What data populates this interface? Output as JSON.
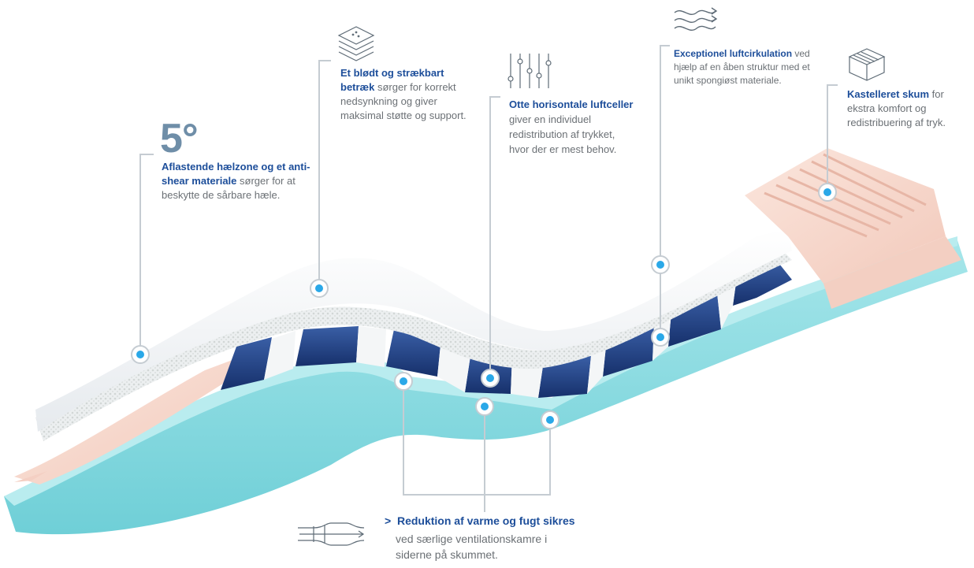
{
  "angle_label": "5°",
  "callouts": {
    "heel": {
      "bold": "Aflastende hælzone og et anti-shear materiale",
      "rest": " sørger for at beskytte de sårbare hæle."
    },
    "cover": {
      "bold": "Et blødt og strækbart betræk",
      "rest": " sørger for korrekt nedsynkning og giver maksimal støtte og support."
    },
    "cells": {
      "bold": "Otte horisontale luftceller",
      "rest": " giver en individuel redistribution af trykket, hvor der er mest behov."
    },
    "airflow": {
      "bold": "Exceptionel luftcirkulation",
      "rest": " ved hjælp af en åben struktur med et unikt spongiøst materiale."
    },
    "foam": {
      "bold": "Kastelleret skum",
      "rest": " for ekstra komfort og redistribuering af tryk."
    }
  },
  "bottom": {
    "marker": ">",
    "title": "Reduktion af varme og fugt sikres",
    "text": "ved særlige ventilationskamre i siderne på skummet."
  },
  "colors": {
    "accent": "#1d4e9a",
    "dot": "#2aa8e8",
    "leader": "#c5ccd2",
    "base_foam": "#8fdde3",
    "air_cell": "#1f3f86",
    "cover": "#f5f7f8",
    "pink_foam": "#f7d8cf"
  },
  "icons": [
    "layers-icon",
    "sliders-icon",
    "airflow-waves-icon",
    "foam-cube-icon",
    "ventilation-icon"
  ]
}
